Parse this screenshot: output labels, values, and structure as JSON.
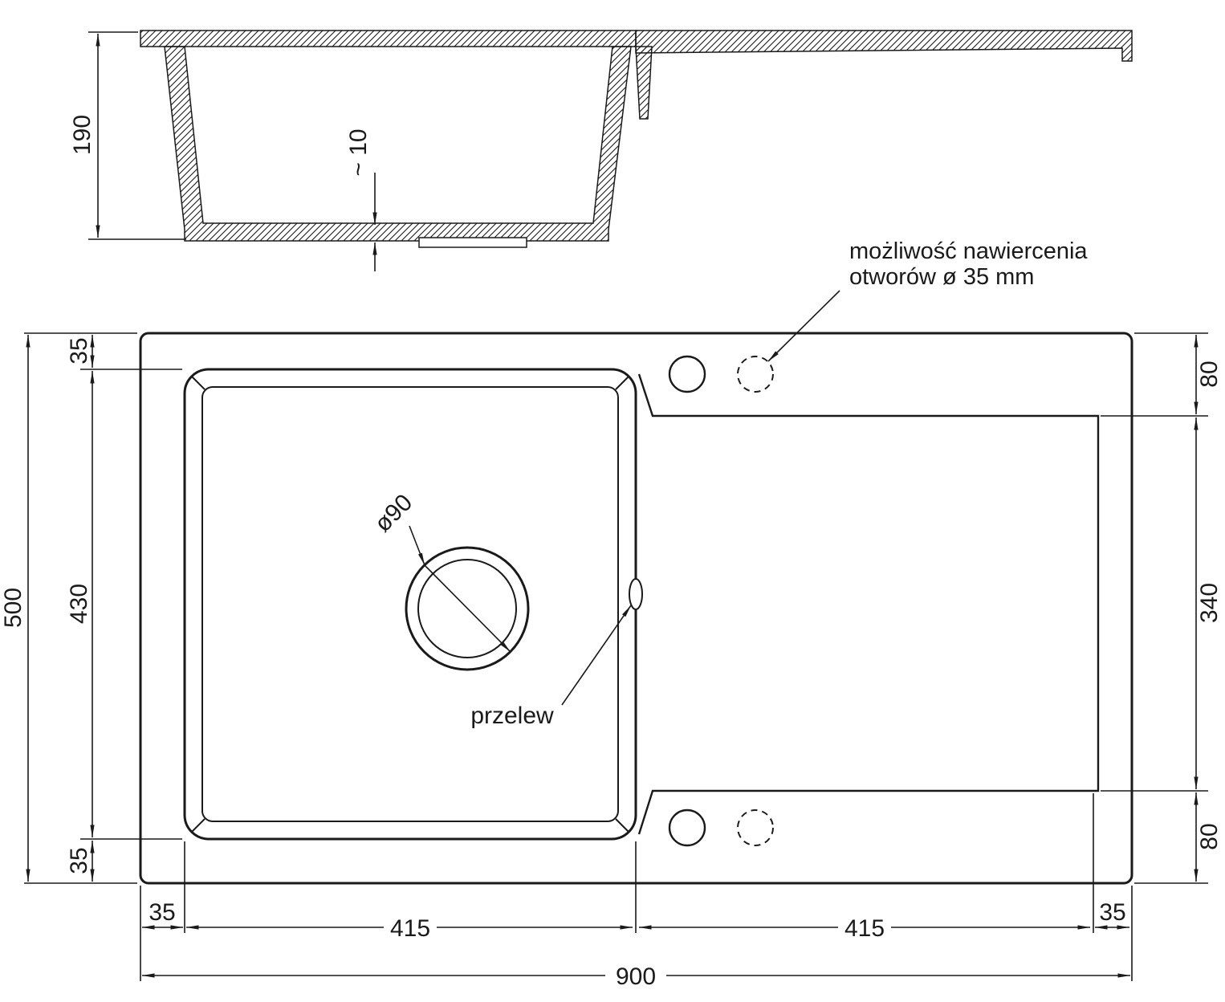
{
  "colors": {
    "ink": "#1a1a1a",
    "paper": "#ffffff"
  },
  "side_view": {
    "depth": "190",
    "bottom_thickness": "~ 10"
  },
  "plan_view": {
    "left": {
      "overall_height": "500",
      "top_margin": "35",
      "bowl_height": "430",
      "bottom_margin": "35"
    },
    "right": {
      "top_hole_offset": "80",
      "drainboard_height": "340",
      "bottom_hole_offset": "80"
    },
    "bottom": {
      "left_margin": "35",
      "bowl_width": "415",
      "drainboard_width": "415",
      "right_margin": "35",
      "overall_width": "900"
    },
    "drain_diameter": "ø90",
    "overflow_label": "przelew",
    "note_line1": "możliwość nawiercenia",
    "note_line2": "otworów ø 35 mm"
  }
}
